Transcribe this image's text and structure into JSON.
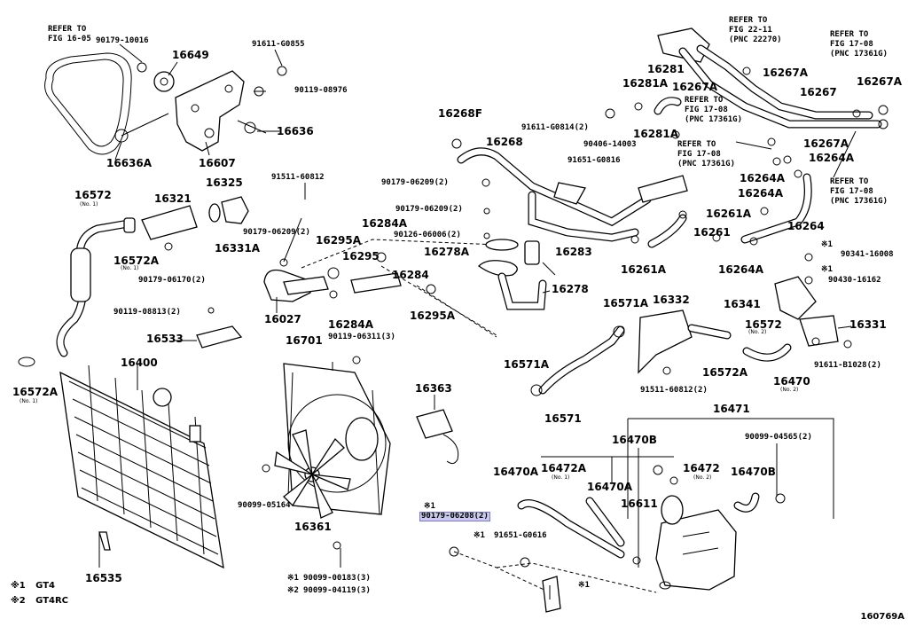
{
  "diagram": {
    "code": "160769A",
    "legend": [
      {
        "mark": "※1",
        "text": "GT4"
      },
      {
        "mark": "※2",
        "text": "GT4RC"
      }
    ],
    "refs": [
      {
        "id": "ref-fig16-05",
        "text": "REFER TO\nFIG 16-05"
      },
      {
        "id": "ref-fig22-11",
        "text": "REFER TO\nFIG 22-11\n(PNC 22270)"
      },
      {
        "id": "ref-fig17-08-a",
        "text": "REFER TO\nFIG 17-08\n(PNC 17361G)"
      },
      {
        "id": "ref-fig17-08-b",
        "text": "REFER TO\nFIG 17-08\n(PNC 17361G)"
      },
      {
        "id": "ref-fig17-08-c",
        "text": "REFER TO\nFIG 17-08\n(PNC 17361G)"
      },
      {
        "id": "ref-fig17-08-d",
        "text": "REFER TO\nFIG 17-08\n(PNC 17361G)"
      }
    ],
    "big_labels": [
      "16649",
      "16636",
      "16636A",
      "16607",
      "16572",
      "16321",
      "16325",
      "16331A",
      "16572A",
      "16400",
      "16572A",
      "16535",
      "16533",
      "16027",
      "16295A",
      "16295",
      "16284A",
      "16284",
      "16284A",
      "16295A",
      "16701",
      "16363",
      "16361",
      "16268F",
      "16268",
      "16278A",
      "16283",
      "16278",
      "16261A",
      "16261",
      "16261A",
      "16264A",
      "16264",
      "16264A",
      "16264A",
      "16264A",
      "16281A",
      "16281",
      "16267A",
      "16267",
      "16267A",
      "16267A",
      "16267A",
      "16281A",
      "16571A",
      "16571A",
      "16571",
      "16332",
      "16341",
      "16572",
      "16331",
      "16572A",
      "16470",
      "16471",
      "16470B",
      "16470A",
      "16472A",
      "16470A",
      "16472",
      "16470B",
      "16611"
    ],
    "part_numbers": [
      "90179-10016",
      "91611-G0855",
      "90119-08976",
      "91511-60812",
      "90179-06209(2)",
      "90179-06170(2)",
      "90119-08813(2)",
      "90179-06209(2)",
      "90126-06006(2)",
      "90119-06311(3)",
      "91611-G0814(2)",
      "90406-14003",
      "91651-G0816",
      "90179-06209(2)",
      "90341-16008",
      "90430-16162",
      "91611-B1028(2)",
      "91511-60812(2)",
      "90099-04565(2)",
      "90099-05164",
      "91651-G0616",
      "90099-00183(3)",
      "90099-04119(3)"
    ],
    "notes": [
      "(No. 1)",
      "(No. 1)",
      "(No. 1)",
      "(No. 2)",
      "(No. 2)",
      "(No. 1)",
      "(No. 2)"
    ],
    "marks": [
      "※1",
      "※1",
      "※1",
      "※1",
      "※1",
      "※1",
      "※2"
    ],
    "highlight": "90179-06208(2)"
  }
}
